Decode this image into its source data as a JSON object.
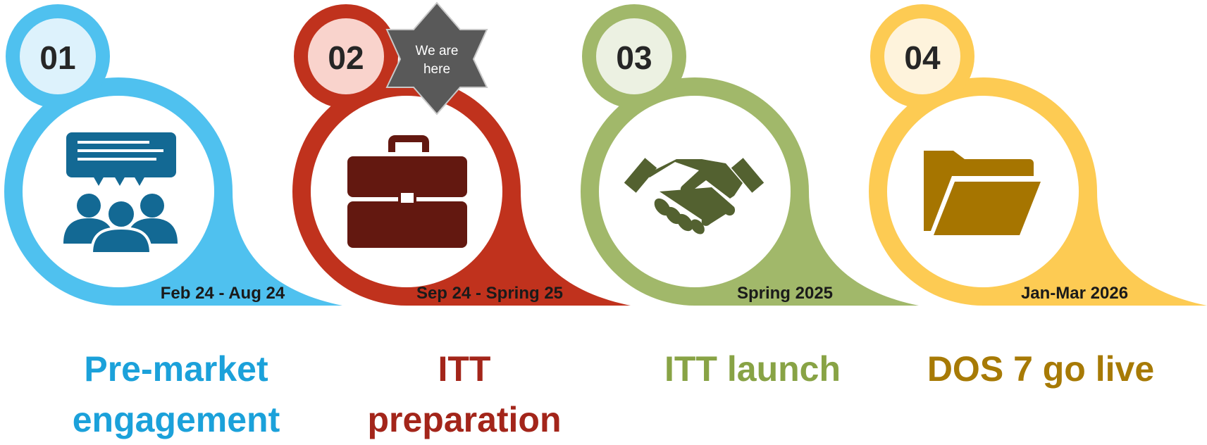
{
  "badge": {
    "text_line1": "We are",
    "text_line2": "here",
    "color": "#595959"
  },
  "stages": [
    {
      "number": "01",
      "date": "Feb 24 - Aug 24",
      "title_line1": "Pre-market",
      "title_line2": "engagement",
      "icon": "meeting-people-icon",
      "ring_color": "#4FC1EF",
      "number_bg": "#DDF2FC",
      "icon_color": "#136994",
      "title_color": "#1BA1DA"
    },
    {
      "number": "02",
      "date": "Sep 24 - Spring  25",
      "title_line1": "ITT",
      "title_line2": "preparation",
      "icon": "briefcase-icon",
      "ring_color": "#C0321D",
      "number_bg": "#F9D3CC",
      "icon_color": "#631810",
      "title_color": "#A3251A"
    },
    {
      "number": "03",
      "date": "Spring 2025",
      "title_line1": "ITT launch",
      "title_line2": "",
      "icon": "handshake-icon",
      "ring_color": "#A1B86A",
      "number_bg": "#ECF1E2",
      "icon_color": "#536130",
      "title_color": "#88A345"
    },
    {
      "number": "04",
      "date": "Jan-Mar 2026",
      "title_line1": "DOS 7 go live",
      "title_line2": "",
      "icon": "folder-icon",
      "ring_color": "#FDCB53",
      "number_bg": "#FEF3DC",
      "icon_color": "#A67500",
      "title_color": "#A77A05"
    }
  ]
}
